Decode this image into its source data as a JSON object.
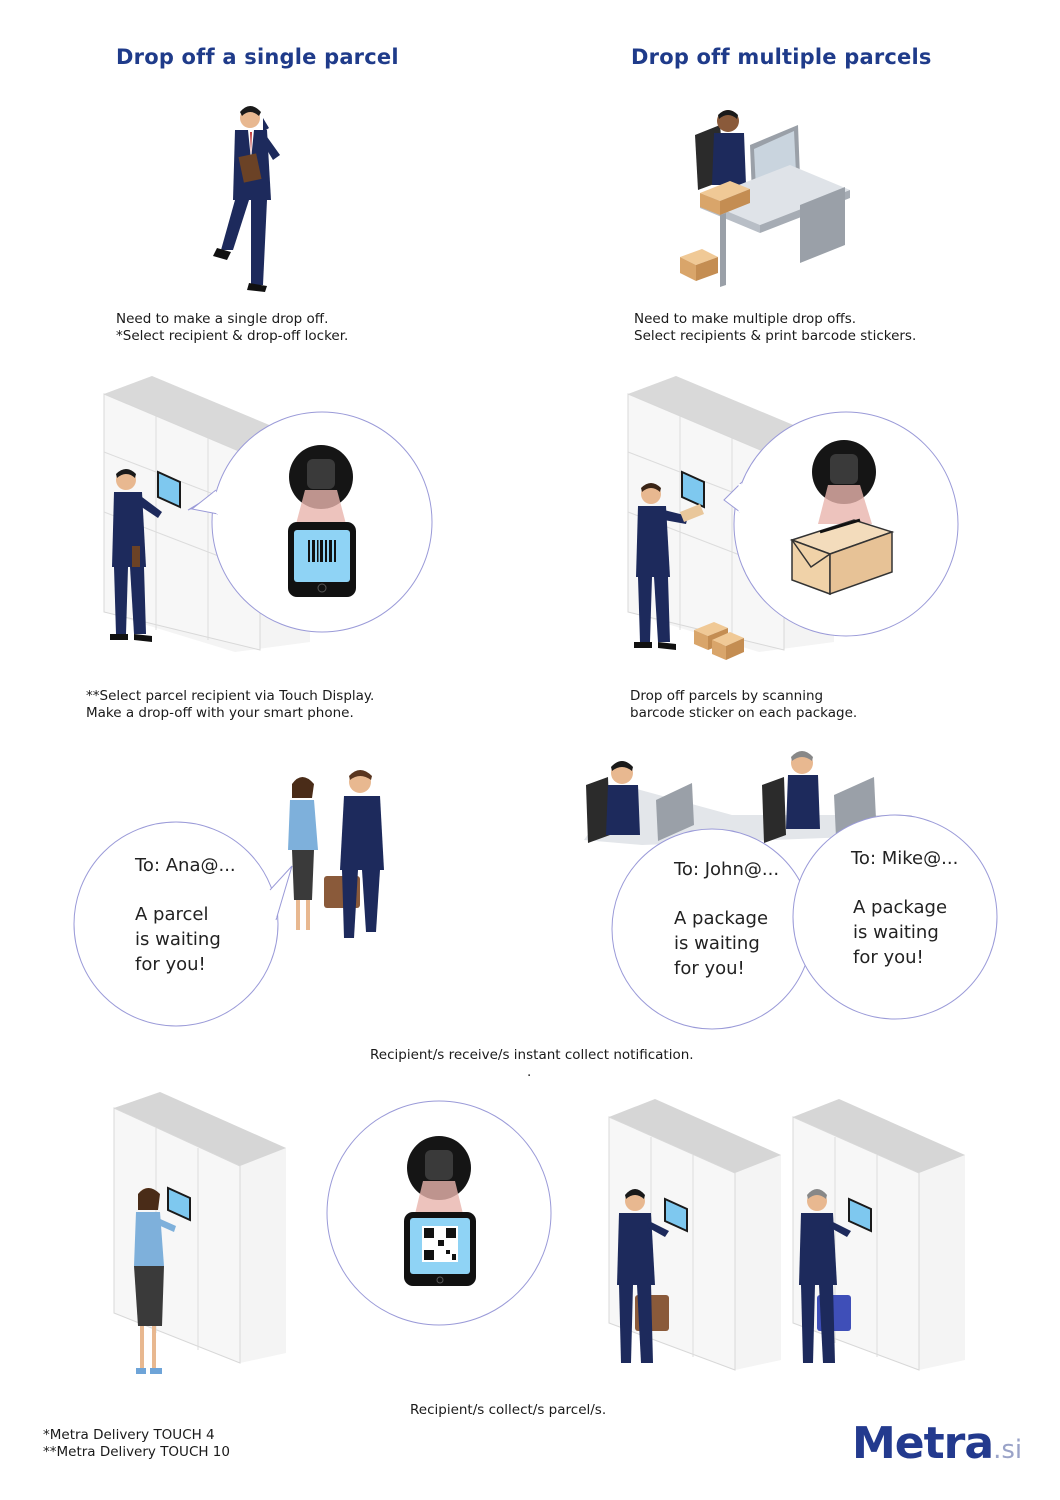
{
  "headings": {
    "single": "Drop off a single parcel",
    "multiple": "Drop off multiple parcels"
  },
  "captions": {
    "single_need": "Need to make a single drop off.\n*Select recipient & drop-off locker.",
    "multiple_need": "Need to make multiple drop offs.\nSelect recipients & print barcode stickers.",
    "single_scan": "**Select parcel recipient via Touch Display.\nMake a drop-off with your smart phone.",
    "multiple_scan": "Drop off parcels by scanning\nbarcode sticker on each package.",
    "notification": "Recipient/s receive/s instant collect notification.",
    "dot": ".",
    "collect": "Recipient/s collect/s parcel/s."
  },
  "bubbles": {
    "ana": {
      "to": "To: Ana@...",
      "message": "A parcel\nis waiting\nfor you!"
    },
    "john": {
      "to": "To: John@...",
      "message": "A package\nis waiting\nfor you!"
    },
    "mike": {
      "to": "To: Mike@...",
      "message": "A package\nis waiting\nfor you!"
    }
  },
  "footnotes": {
    "line1": "*Metra Delivery TOUCH 4",
    "line2": "**Metra Delivery TOUCH 10"
  },
  "logo": {
    "name": "Metra",
    "suffix": ".si"
  },
  "colors": {
    "heading": "#1f3b8a",
    "bubble_outline": "#9a9ad8",
    "suit": "#1d2a5c",
    "locker": "#e6e6e6",
    "box": "#e9c79b",
    "scanner_light": "#e8b4ac",
    "screen": "#8fd3f5"
  },
  "icons": [
    "businessman-phone-illustration",
    "office-desk-illustration",
    "locker-illustration",
    "scanner-phone-icon",
    "scanner-box-icon",
    "qr-phone-icon",
    "metra-logo"
  ]
}
